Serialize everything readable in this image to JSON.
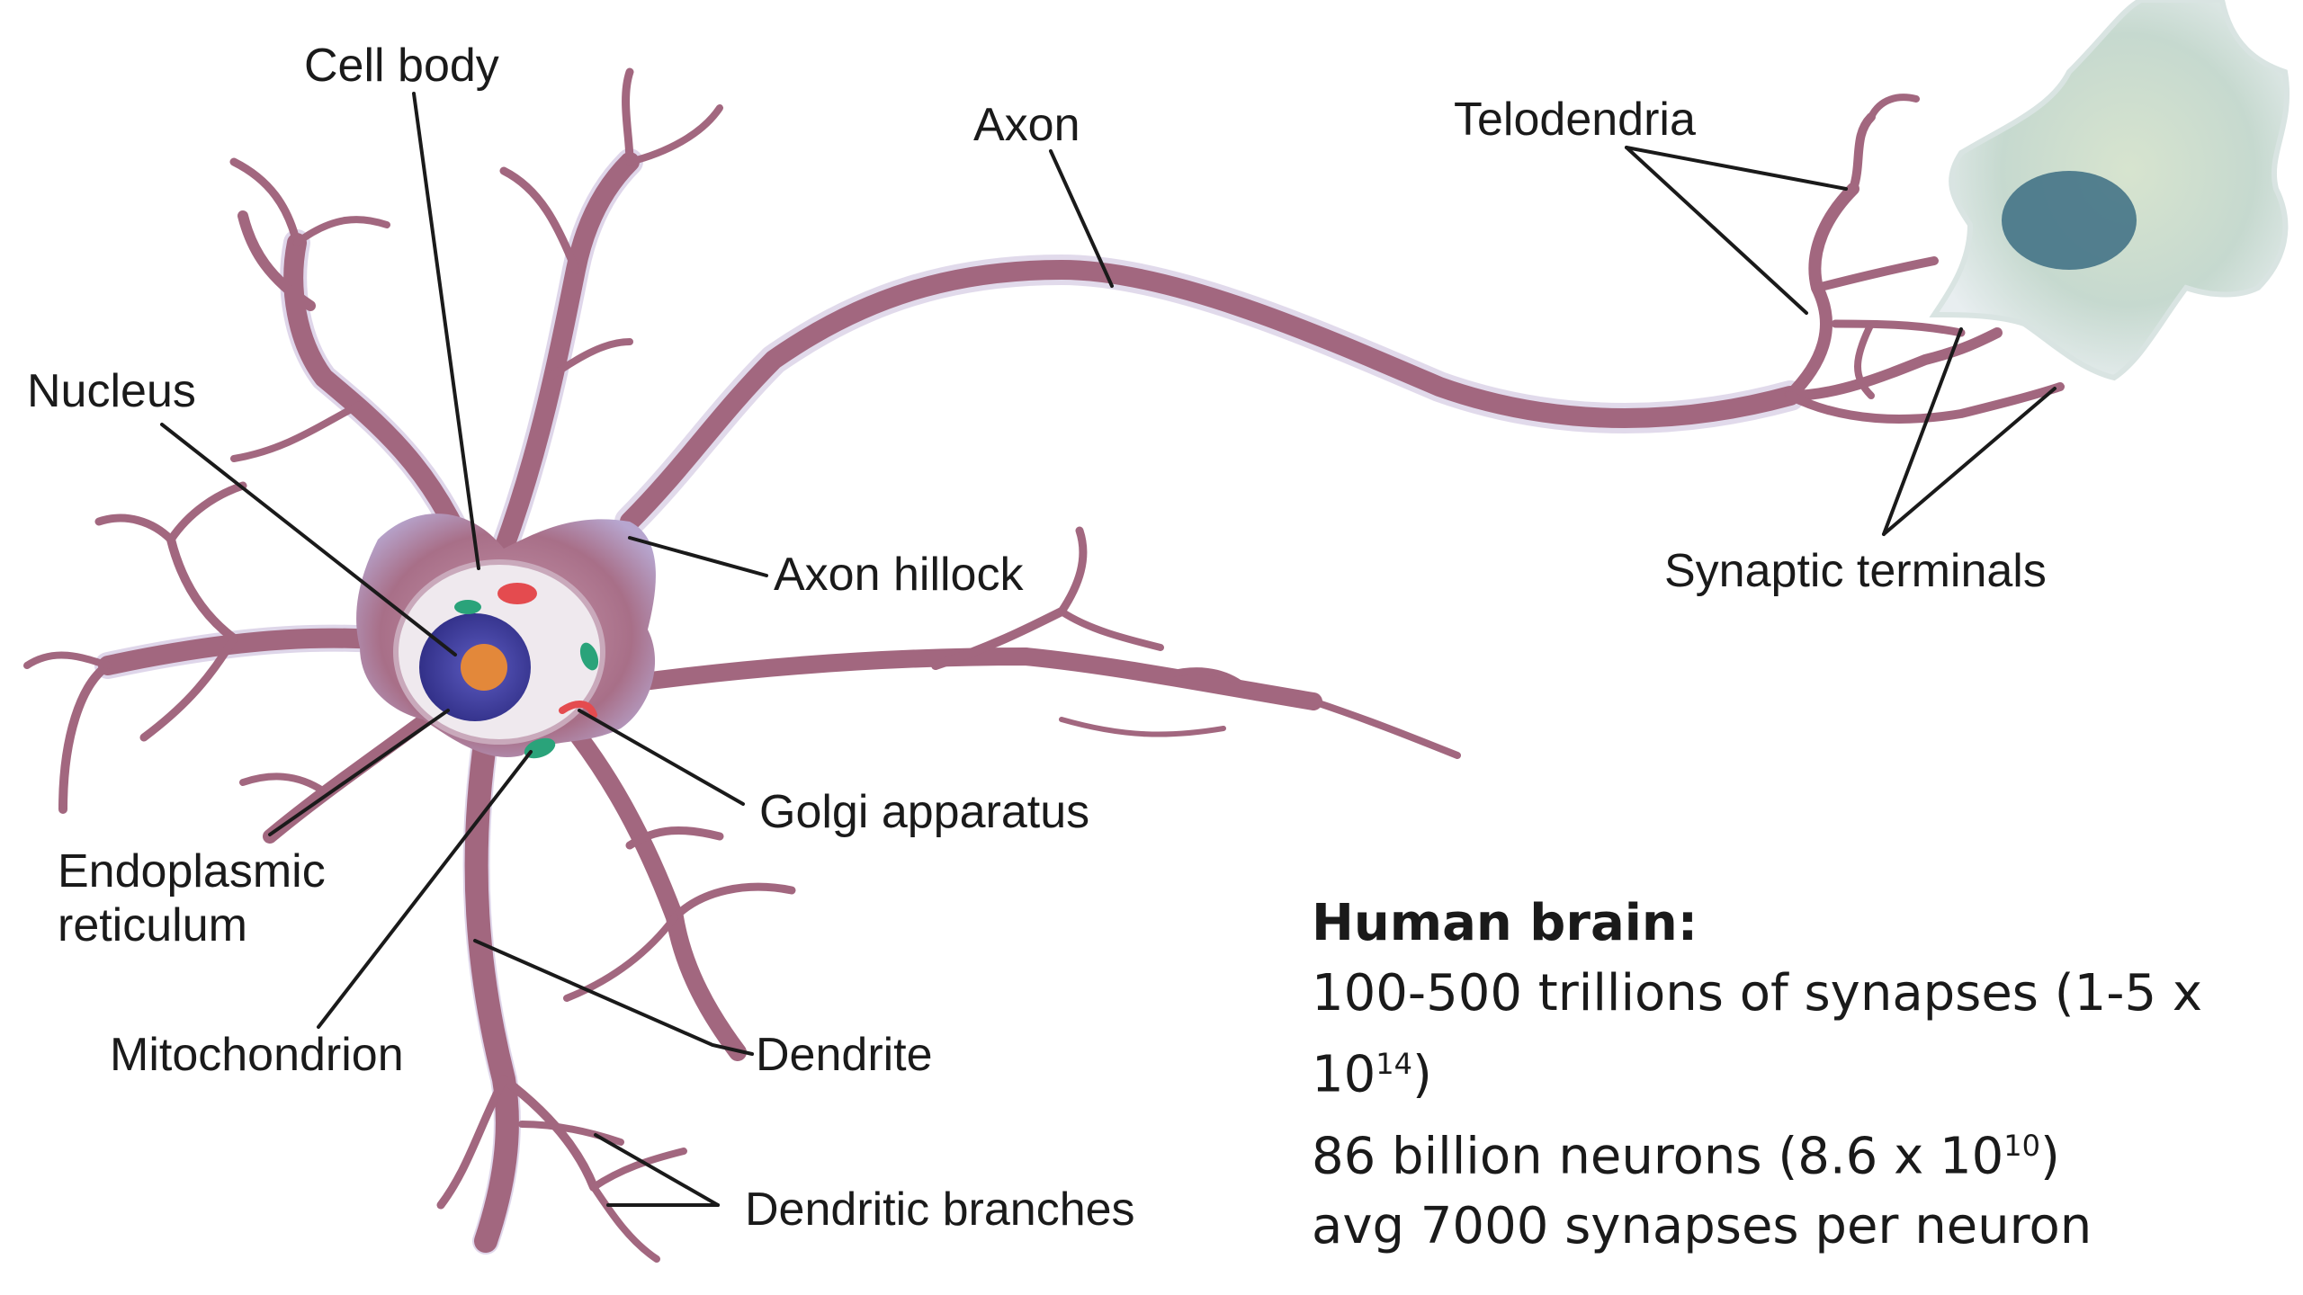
{
  "labels": {
    "cell_body": "Cell body",
    "axon": "Axon",
    "telodendria": "Telodendria",
    "nucleus": "Nucleus",
    "axon_hillock": "Axon hillock",
    "synaptic_terminals": "Synaptic terminals",
    "golgi": "Golgi apparatus",
    "er_line1": "Endoplasmic",
    "er_line2": "reticulum",
    "mitochondrion": "Mitochondrion",
    "dendrite": "Dendrite",
    "dendritic_branches": "Dendritic branches"
  },
  "stats": {
    "heading": "Human brain:",
    "synapses": {
      "text": "100-500 trillions of synapses (1-5 x 10",
      "exponent": "14",
      "close": ")"
    },
    "neurons": {
      "text": "86 billion neurons (8.6 x 10",
      "exponent": "10",
      "close": ")"
    },
    "average": "avg 7000 synapses per neuron"
  },
  "colors": {
    "neurite": "#a2677f",
    "neurite_edge": "#b7a6cf",
    "soma": "#b07a90",
    "nucleus": "#3e3d9a",
    "nucleolus": "#e3883a",
    "mitochondria": "#2aa37a",
    "golgi": "#e44b4f",
    "target_cell": "#bfd8cf",
    "target_nucleus": "#3c6d82"
  }
}
